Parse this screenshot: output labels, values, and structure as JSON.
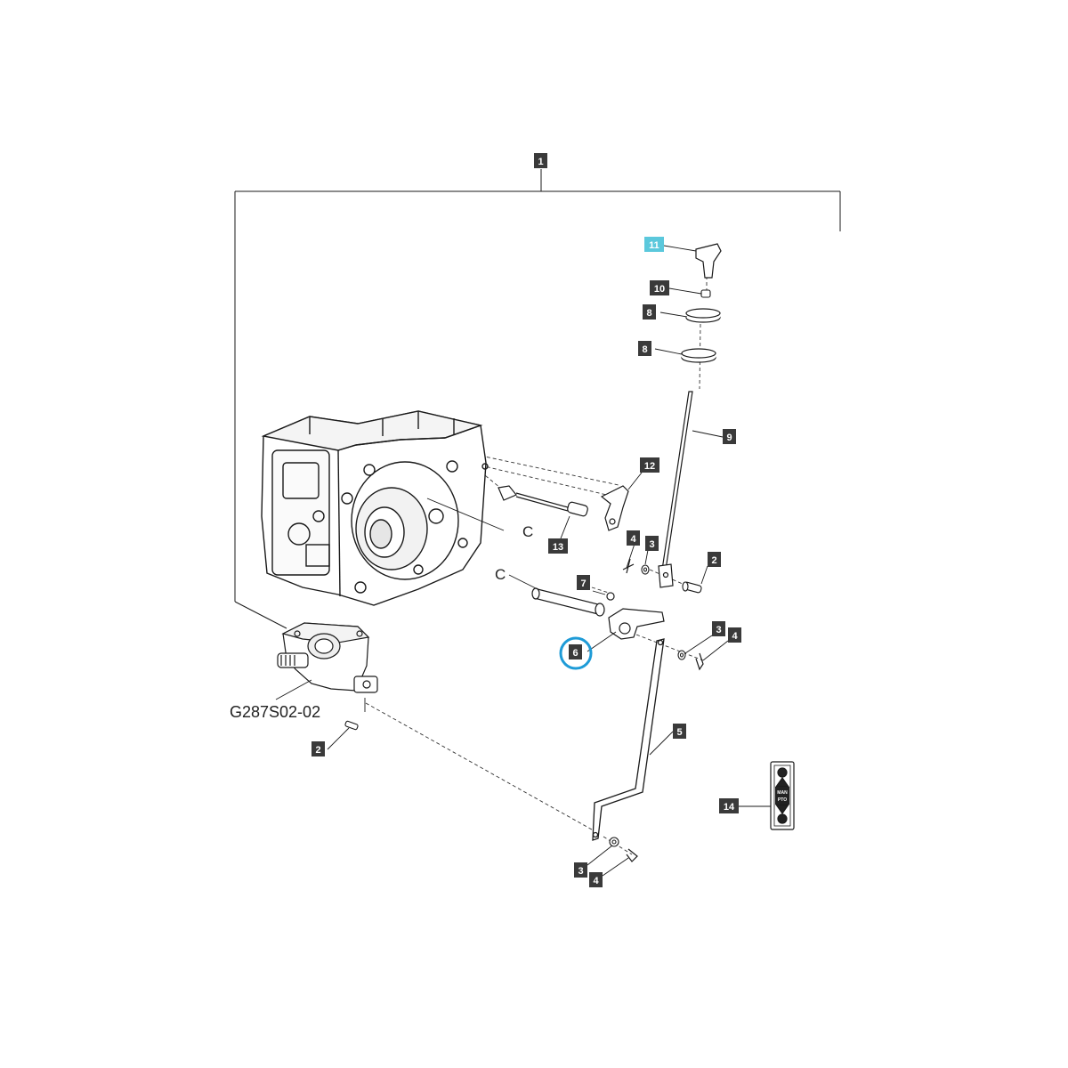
{
  "diagram": {
    "reference_code": "G287S02-02",
    "connector_letters": [
      "C",
      "C"
    ],
    "callouts": [
      "1",
      "2",
      "2",
      "3",
      "3",
      "3",
      "4",
      "4",
      "4",
      "5",
      "6",
      "7",
      "8",
      "8",
      "9",
      "10",
      "11",
      "12",
      "13",
      "14"
    ],
    "selected_callout": "6",
    "highlighted_callout": "11",
    "decal_text": [
      "MAN",
      "PTO"
    ]
  },
  "colors": {
    "callout_bg": "#3a3a3a",
    "callout_highlight_bg": "#5bc8dc",
    "selection_ring": "#1e9bd7",
    "line": "#1a1a1a"
  }
}
